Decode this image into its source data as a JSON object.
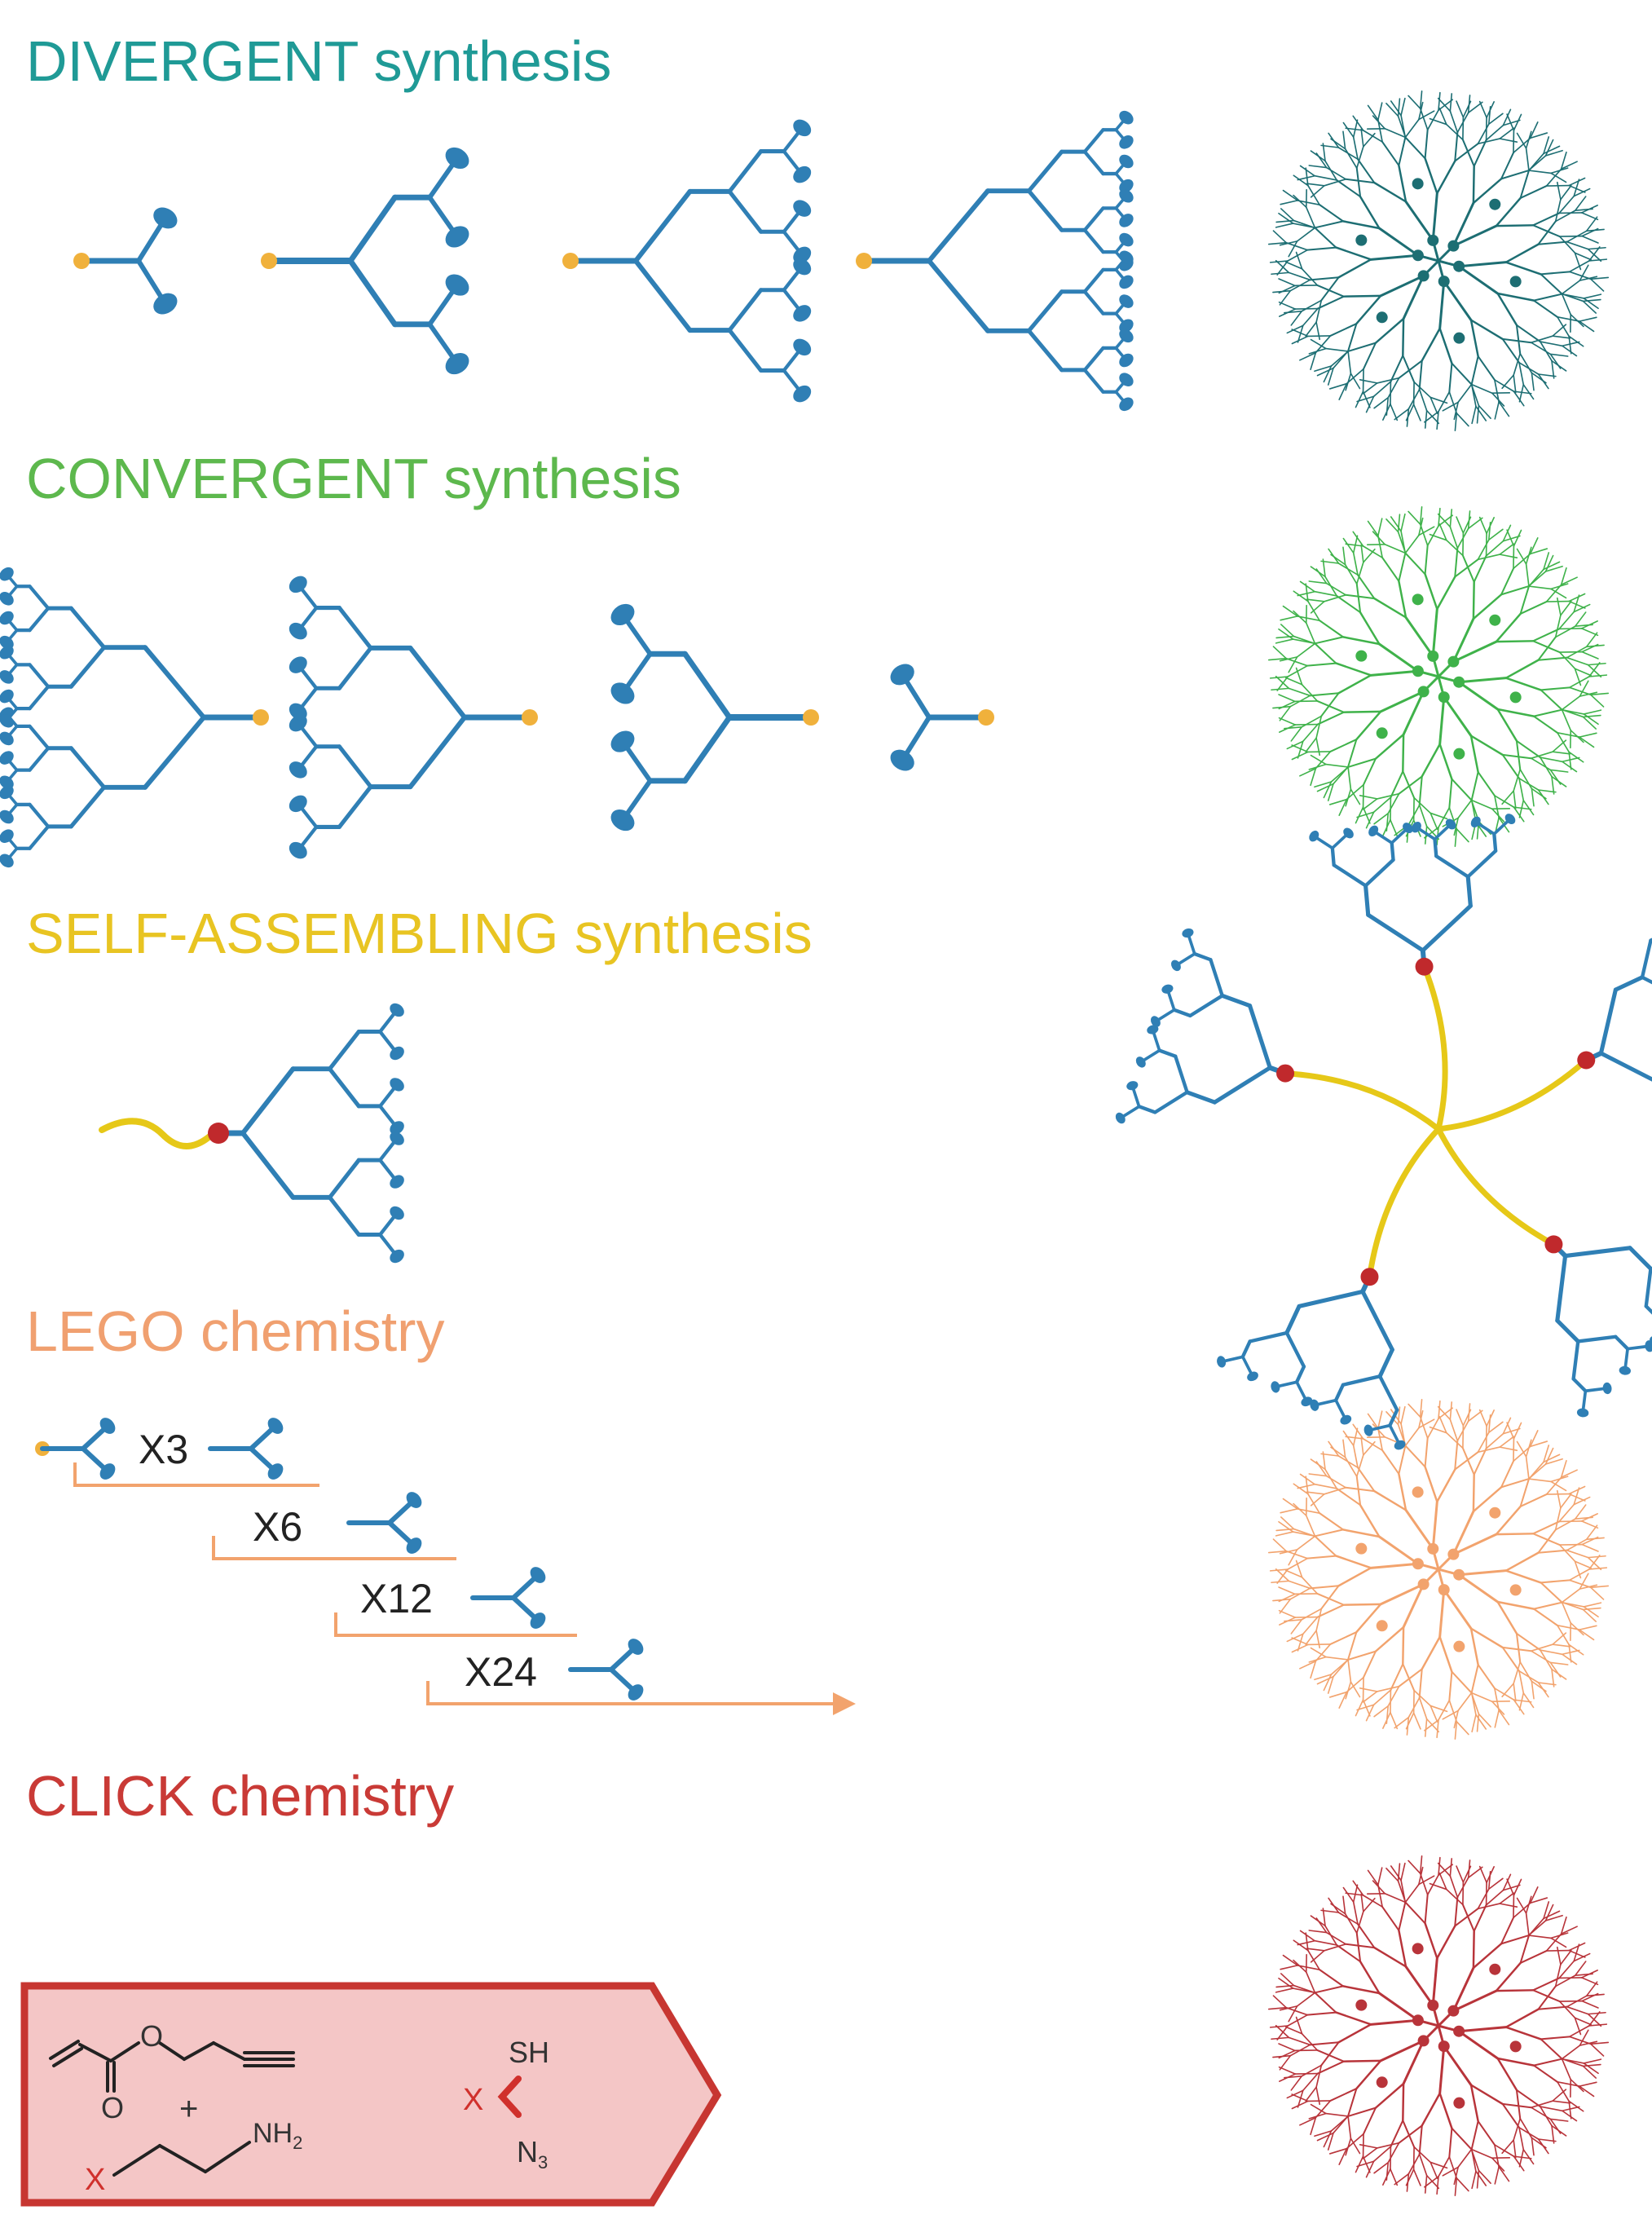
{
  "headings": {
    "divergent": {
      "keyword": "DIVERGENT",
      "rest": "synthesis",
      "color": "#1f9a96"
    },
    "convergent": {
      "keyword": "CONVERGENT",
      "rest": "synthesis",
      "color": "#5db84d"
    },
    "self": {
      "keyword": "SELF-ASSEMBLING",
      "rest": "synthesis",
      "color": "#e8c422"
    },
    "lego": {
      "keyword": "LEGO",
      "rest": "chemistry",
      "color": "#f0a070"
    },
    "click": {
      "keyword": "CLICK",
      "rest": "chemistry",
      "color": "#c93a36"
    }
  },
  "colors": {
    "monomer_blue": "#2f7fb5",
    "core_orange": "#f0b13c",
    "divergent_dendrimer": "#1d6e73",
    "convergent_dendrimer": "#3fb24a",
    "lego_dendrimer": "#f2a36d",
    "click_dendrimer": "#b8343a",
    "self_linker_yellow": "#e6c818",
    "self_node_red": "#c0292c",
    "click_box_fill": "#f4c6c6",
    "click_box_border": "#c73631"
  },
  "lego_steps": [
    "X3",
    "X6",
    "X12",
    "X24"
  ],
  "click_reagents": {
    "plus": "+",
    "amine": "NH",
    "amine_sub": "2",
    "x_left": "X",
    "sh": "SH",
    "x_right": "X",
    "azide": "N",
    "azide_sub": "3",
    "oxygen_ester": "O",
    "oxygen_carbonyl": "O"
  }
}
